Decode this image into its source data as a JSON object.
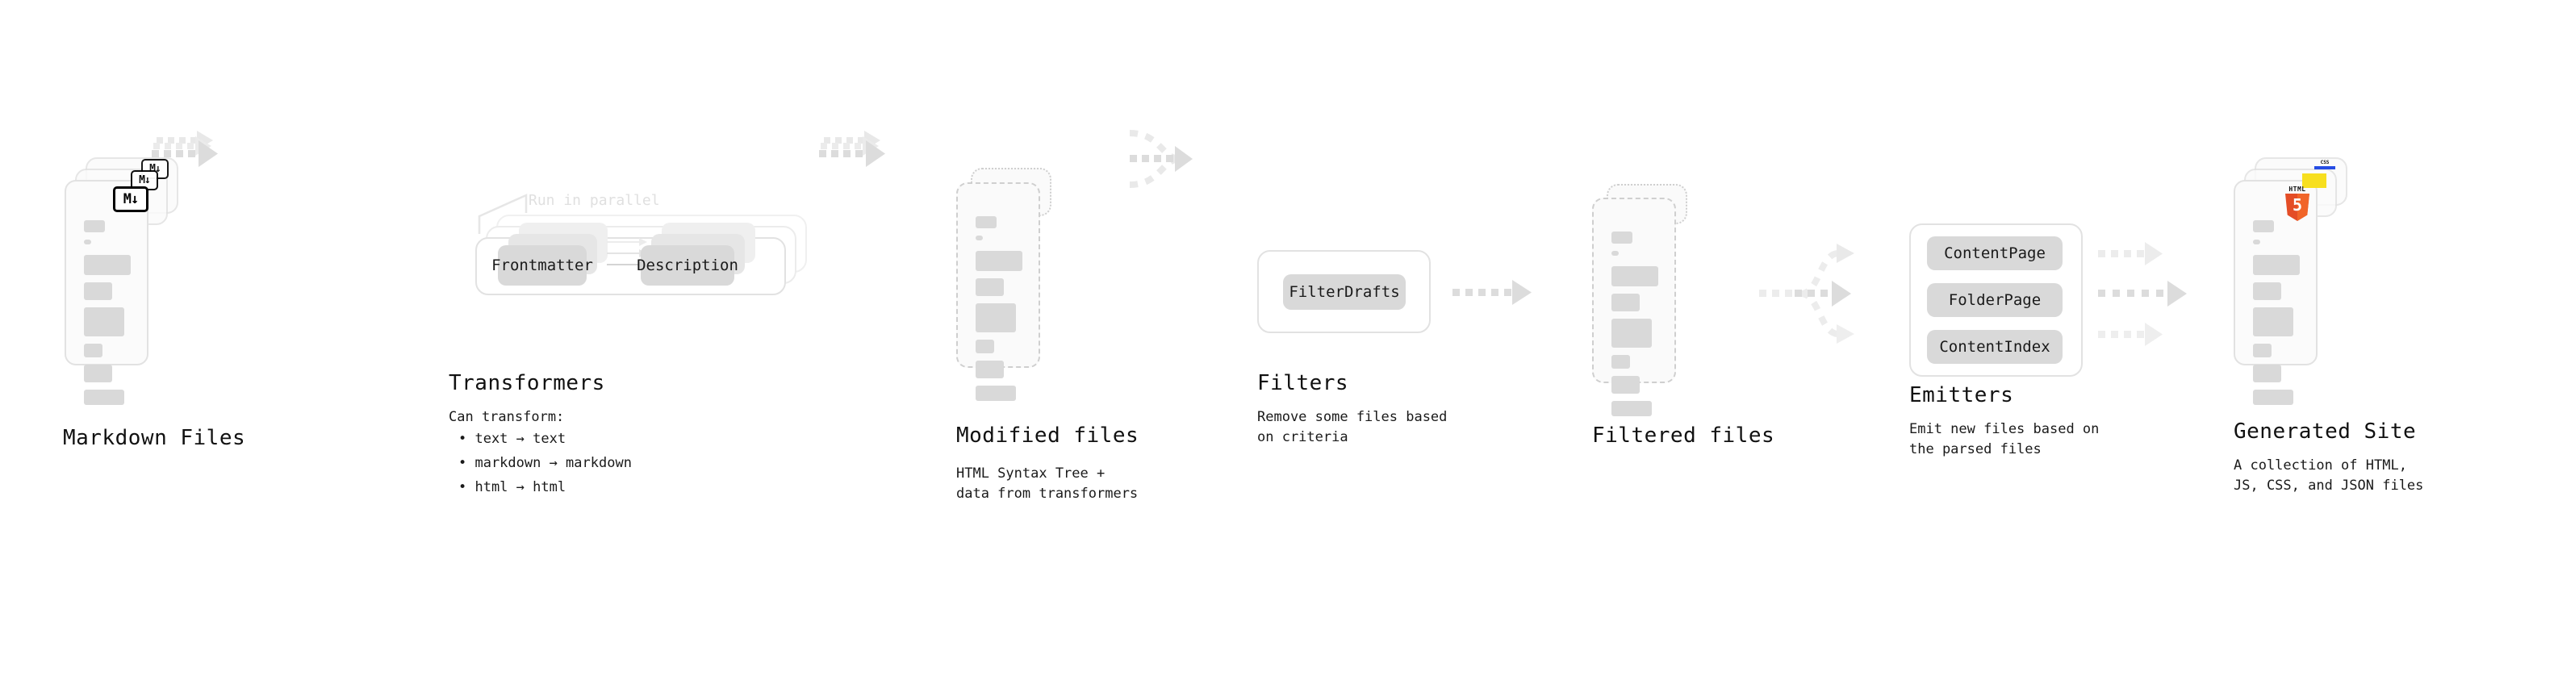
{
  "diagram": {
    "title_hidden": "",
    "colors": {
      "bar": "#d9d9d9",
      "pill": "#d9d9d9",
      "card_border": "#e2e2e2",
      "dashed_border": "#cfcfcf",
      "arrow": "#d9d9d9",
      "text": "#111111",
      "muted_text": "#e0e0e0",
      "html5": "#e44d26",
      "css": "#264de4",
      "js": "#f7df1e"
    }
  },
  "stages": [
    {
      "id": "markdown-files",
      "caption": "Markdown Files",
      "description": "",
      "badge": "markdown-badge",
      "badge_text": "M↓",
      "card_style": "solid",
      "stack": 3
    },
    {
      "id": "transformers",
      "caption": "Transformers",
      "description": "Can transform:",
      "note": "Run in parallel",
      "nodes": [
        "Frontmatter",
        "Description"
      ],
      "bullets": [
        "• text → text",
        "• markdown → markdown",
        "• html → html"
      ]
    },
    {
      "id": "modified-files",
      "caption": "Modified files",
      "description": "HTML Syntax Tree +\ndata from transformers",
      "card_style": "dashed",
      "stack": 2
    },
    {
      "id": "filters",
      "caption": "Filters",
      "description": "Remove some files based\non criteria",
      "nodes": [
        "FilterDrafts"
      ]
    },
    {
      "id": "filtered-files",
      "caption": "Filtered files",
      "description": "",
      "card_style": "dashed",
      "stack": 2
    },
    {
      "id": "emitters",
      "caption": "Emitters",
      "description": "Emit new files based on\nthe parsed files",
      "nodes": [
        "ContentPage",
        "FolderPage",
        "ContentIndex"
      ]
    },
    {
      "id": "generated-site",
      "caption": "Generated Site",
      "description": "A collection of HTML,\nJS, CSS, and JSON files",
      "badges": [
        "html5-badge",
        "js-badge",
        "css-badge"
      ],
      "badge_text": "HTML",
      "badge_digit": "5",
      "css_text": "CSS",
      "card_style": "solid",
      "stack": 3
    }
  ]
}
